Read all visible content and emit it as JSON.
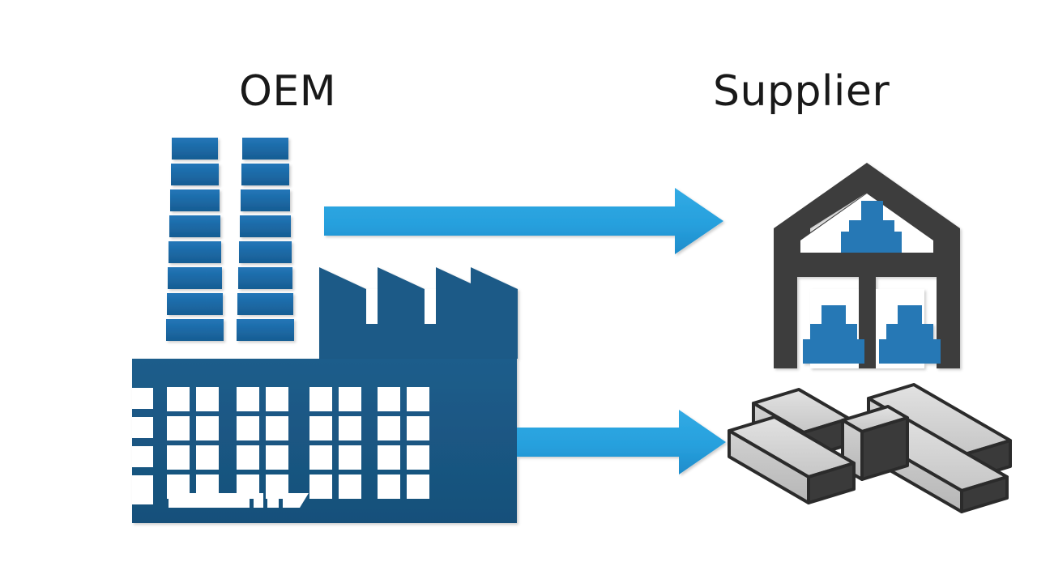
{
  "diagram": {
    "type": "supply-chain-flow",
    "title_left": "OEM",
    "title_right": "Supplier",
    "background_color": "#ffffff",
    "text_color": "#191919",
    "nodes": [
      {
        "id": "oem-factory",
        "label": "OEM",
        "icon": "factory-icon",
        "side": "left",
        "description": "Industrial factory with two smokestacks, sawtooth roof and windowed main hall"
      },
      {
        "id": "supplier-warehouse",
        "label": "Supplier",
        "icon": "warehouse-icon",
        "side": "right",
        "description": "Warehouse building with pitched roof containing three stacks of boxes"
      },
      {
        "id": "supplier-materials",
        "label": "",
        "icon": "steel-beams-icon",
        "side": "right",
        "description": "Five stacked rectangular steel beams / raw material bars"
      }
    ],
    "arrows": [
      {
        "id": "arrow-top",
        "from": "oem-factory",
        "to": "supplier-warehouse",
        "direction": "right",
        "color": "#29A3E0"
      },
      {
        "id": "arrow-bottom",
        "from": "oem-factory",
        "to": "supplier-materials",
        "direction": "right",
        "color": "#29A3E0"
      }
    ],
    "colors": {
      "arrow_blue": "#29A3E0",
      "arrow_blue_dark": "#1F90CE",
      "factory_body_dark_blue": "#1A5681",
      "chimney_blue": "#1C6CAE",
      "chimney_blue_dark": "#17598F",
      "box_blue": "#2578B5",
      "warehouse_gray": "#3D3D3D",
      "beam_light_gray": "#CFCFCF",
      "beam_face_gray": "#BFBFBF",
      "beam_end_dark": "#3A3A3A",
      "beam_outline": "#2B2B2B",
      "white": "#FFFFFF"
    },
    "factory": {
      "chimney_segments": 8,
      "chimney_count": 2,
      "roof_teeth": 4,
      "window_rows": 4,
      "window_columns": 8,
      "window_groups": 4
    },
    "warehouse": {
      "box_stacks": 3,
      "tiers_per_stack": 3,
      "levels": 2,
      "bays_lower": 2
    },
    "materials": {
      "beam_count": 5
    }
  }
}
